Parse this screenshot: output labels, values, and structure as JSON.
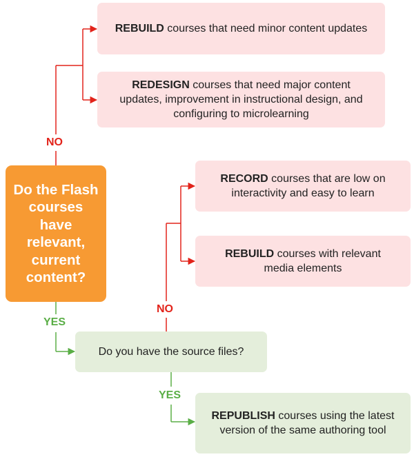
{
  "decision": {
    "text": "Do the Flash courses have relevant, current content?"
  },
  "boxes": {
    "rebuild_minor": {
      "keyword": "REBUILD",
      "text": " courses that need minor content updates"
    },
    "redesign": {
      "keyword": "REDESIGN",
      "text": " courses that need major content updates, improvement in instructional design, and configuring to microlearning"
    },
    "record": {
      "keyword": "RECORD",
      "text": " courses that are low on interactivity and easy to learn"
    },
    "rebuild_media": {
      "keyword": "REBUILD",
      "text": " courses with relevant media elements"
    },
    "source_files": {
      "text": "Do you have the source files?"
    },
    "republish": {
      "keyword": "REPUBLISH",
      "text": " courses using the latest version of the same authoring tool"
    }
  },
  "labels": {
    "no_top": "NO",
    "yes_left": "YES",
    "no_mid": "NO",
    "yes_bottom": "YES"
  },
  "colors": {
    "no": "#e2231a",
    "yes": "#5aae46",
    "decision": "#f79a33",
    "pink_box": "#fde1e2",
    "green_box": "#e4eedb"
  }
}
